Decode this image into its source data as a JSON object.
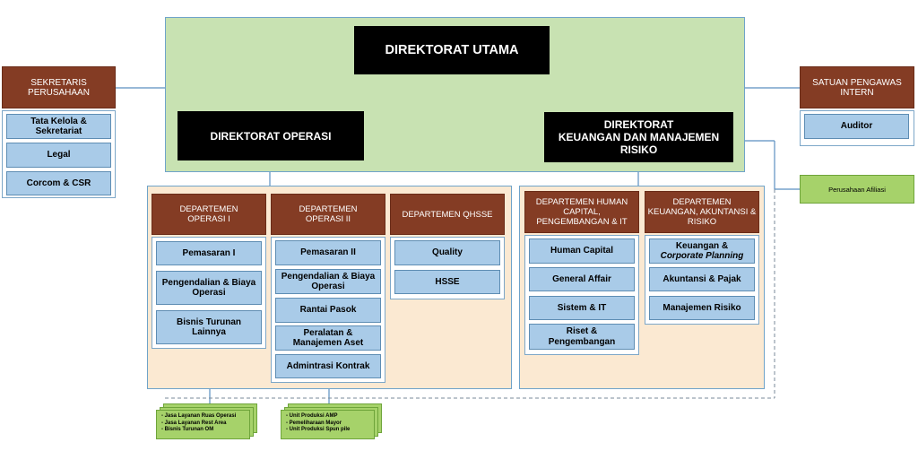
{
  "direktorat_utama": "DIREKTORAT UTAMA",
  "direktorat_operasi": "DIREKTORAT OPERASI",
  "direktorat_keuangan": [
    "DIREKTORAT",
    "KEUANGAN DAN MANAJEMEN",
    "RISIKO"
  ],
  "sekretaris": {
    "title": [
      "SEKRETARIS",
      "PERUSAHAAN"
    ],
    "items": [
      [
        "Tata Kelola &",
        "Sekretariat"
      ],
      [
        "Legal"
      ],
      [
        "Corcom & CSR"
      ]
    ]
  },
  "spi": {
    "title": [
      "SATUAN PENGAWAS",
      "INTERN"
    ],
    "items": [
      [
        "Auditor"
      ]
    ]
  },
  "affiliasi": "Perusahaan Afiliasi",
  "departments": [
    {
      "title": [
        "DEPARTEMEN",
        "OPERASI I"
      ],
      "items": [
        [
          "Pemasaran I"
        ],
        [
          "Pengendalian & Biaya",
          "Operasi"
        ],
        [
          "Bisnis Turunan",
          "Lainnya"
        ]
      ]
    },
    {
      "title": [
        "DEPARTEMEN",
        "OPERASI II"
      ],
      "items": [
        [
          "Pemasaran II"
        ],
        [
          "Pengendalian & Biaya",
          "Operasi"
        ],
        [
          "Rantai Pasok"
        ],
        [
          "Peralatan &",
          "Manajemen Aset"
        ],
        [
          "Admintrasi Kontrak"
        ]
      ]
    },
    {
      "title": [
        "DEPARTEMEN QHSSE"
      ],
      "items": [
        [
          "Quality"
        ],
        [
          "HSSE"
        ]
      ]
    },
    {
      "title": [
        "DEPARTEMEN HUMAN",
        "CAPITAL,",
        "PENGEMBANGAN & IT"
      ],
      "items": [
        [
          "Human Capital"
        ],
        [
          "General Affair"
        ],
        [
          "Sistem & IT"
        ],
        [
          "Riset &",
          "Pengembangan"
        ]
      ]
    },
    {
      "title": [
        "DEPARTEMEN",
        "KEUANGAN, AKUNTANSI &",
        "RISIKO"
      ],
      "items": [
        [
          "Keuangan &",
          "Corporate Planning"
        ],
        [
          "Akuntansi & Pajak"
        ],
        [
          "Manajemen Risiko"
        ]
      ]
    }
  ],
  "unit_lists": [
    [
      "-  Jasa Layanan Ruas Operasi",
      "-  Jasa Layanan Rest Area",
      "-  Bisnis Turunan OM"
    ],
    [
      "-  Unit Produksi AMP",
      "-  Pemeliharaan Mayor",
      "-  Unit Produksi Spun pile"
    ]
  ]
}
